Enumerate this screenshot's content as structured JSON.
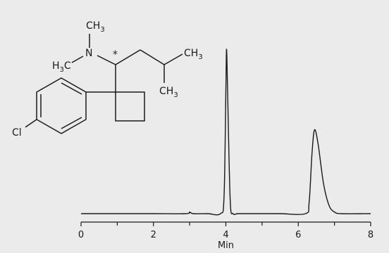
{
  "chart_data": {
    "type": "line",
    "title": "",
    "xlabel": "Min",
    "ylabel": "",
    "xlim": [
      0,
      8
    ],
    "x_ticks": [
      "0",
      "2",
      "4",
      "6",
      "8"
    ],
    "grid": false,
    "peaks": [
      {
        "retention_min": 4.02,
        "relative_height": 1.0
      },
      {
        "retention_min": 6.45,
        "relative_height": 0.51
      }
    ],
    "series": [
      {
        "x": [
          0,
          1,
          2,
          2.9,
          3.0,
          3.1,
          3.5,
          3.85,
          3.95,
          4.0,
          4.02,
          4.05,
          4.12,
          4.2,
          4.35,
          5.0,
          5.5,
          6.2,
          6.3,
          6.38,
          6.45,
          6.55,
          6.7,
          6.85,
          7.0,
          7.2,
          8.0
        ],
        "y": [
          0.0,
          0.0,
          0.0,
          0.0,
          0.01,
          0.0,
          0.0,
          0.0,
          0.1,
          0.75,
          1.0,
          0.72,
          0.08,
          0.0,
          0.0,
          0.0,
          0.0,
          0.0,
          0.07,
          0.37,
          0.51,
          0.42,
          0.18,
          0.05,
          0.01,
          0.0,
          0.0
        ]
      }
    ]
  },
  "structure": {
    "atoms": {
      "methyl_top": "CH",
      "methyl_top_sub": "3",
      "nitrogen": "N",
      "methyl_left": "H",
      "methyl_left_sub": "3",
      "methyl_left_c": "C",
      "chiral_mark": "*",
      "isobutyl_ch3_right": "CH",
      "isobutyl_ch3_right_sub": "3",
      "isobutyl_ch3_down": "CH",
      "isobutyl_ch3_down_sub": "3",
      "chlorine": "Cl"
    }
  }
}
